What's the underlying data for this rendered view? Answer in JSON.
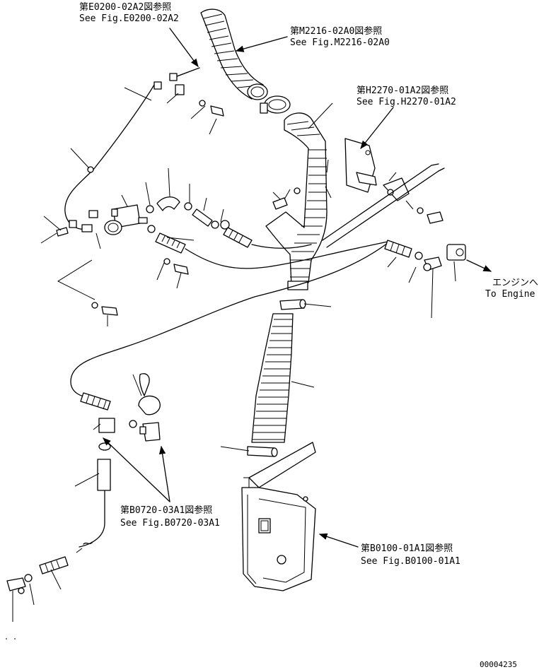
{
  "references": {
    "e0200": {
      "jp": "第E0200-02A2図参照",
      "en": "See Fig.E0200-02A2"
    },
    "m2216": {
      "jp": "第M2216-02A0図参照",
      "en": "See Fig.M2216-02A0"
    },
    "h2270": {
      "jp": "第H2270-01A2図参照",
      "en": "See Fig.H2270-01A2"
    },
    "engine": {
      "jp": "エンジンへ",
      "en": "To Engine"
    },
    "b0720": {
      "jp": "第B0720-03A1図参照",
      "en": "See Fig.B0720-03A1"
    },
    "b0100": {
      "jp": "第B0100-01A1図参照",
      "en": "See Fig.B0100-01A1"
    }
  },
  "drawing_number": "00004235",
  "colors": {
    "ink": "#000000",
    "paper": "#ffffff"
  }
}
